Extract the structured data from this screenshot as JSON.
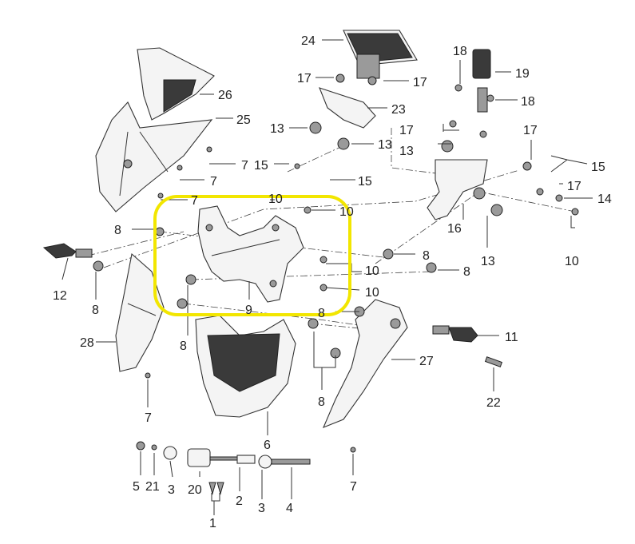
{
  "highlight_color": "#f2e600",
  "labels": {
    "l1": "1",
    "l2": "2",
    "l3a": "3",
    "l3b": "3",
    "l4": "4",
    "l5": "5",
    "l6": "6",
    "l7a": "7",
    "l7b": "7",
    "l7c": "7",
    "l7d": "7",
    "l7e": "7",
    "l8a": "8",
    "l8b": "8",
    "l8c": "8",
    "l8d": "8",
    "l8e": "8",
    "l8f": "8",
    "l8g": "8",
    "l9": "9",
    "l10a": "10",
    "l10b": "10",
    "l10c": "10",
    "l10d": "10",
    "l10e": "10",
    "l11": "11",
    "l12": "12",
    "l13a": "13",
    "l13b": "13",
    "l13c": "13",
    "l13d": "13",
    "l14": "14",
    "l15a": "15",
    "l15b": "15",
    "l15c": "15",
    "l16": "16",
    "l17a": "17",
    "l17b": "17",
    "l17c": "17",
    "l17d": "17",
    "l17e": "17",
    "l18a": "18",
    "l18b": "18",
    "l19": "19",
    "l20": "20",
    "l21": "21",
    "l22": "22",
    "l23": "23",
    "l24": "24",
    "l25": "25",
    "l26": "26",
    "l27": "27",
    "l28": "28"
  }
}
